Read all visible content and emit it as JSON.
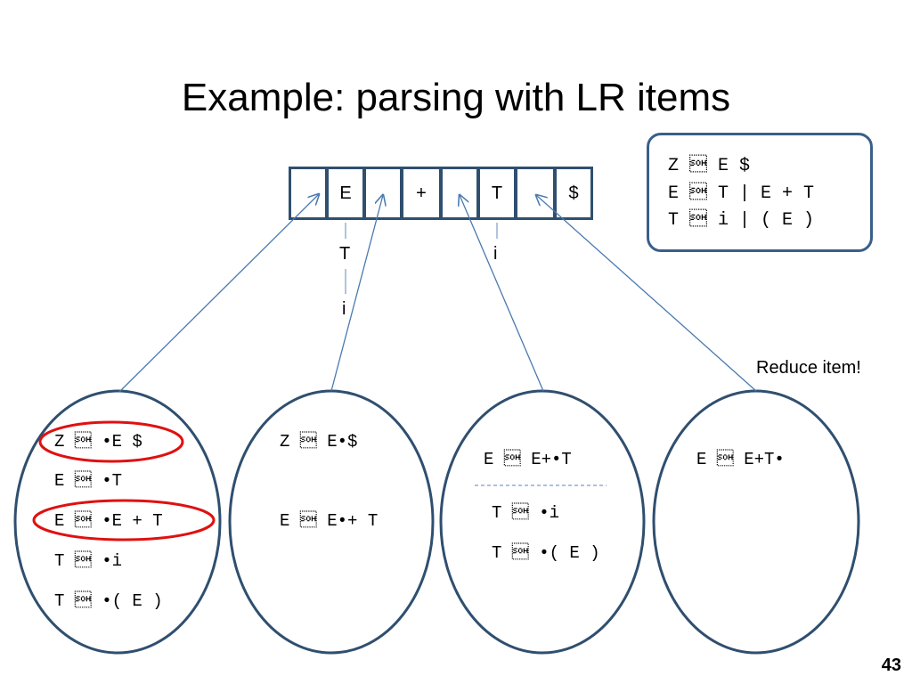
{
  "slide": {
    "title": "Example: parsing with LR items",
    "page_number": "43",
    "note": "Reduce item!"
  },
  "grammar": {
    "lines": [
      "Z \u0001 E $",
      "E \u0001 T | E + T",
      "T \u0001 i | ( E )"
    ]
  },
  "input_cells": [
    "",
    "E",
    "",
    "+",
    "",
    "T",
    "",
    "$"
  ],
  "tree_labels": {
    "under_E": [
      "T",
      "i"
    ],
    "under_T": [
      "i"
    ]
  },
  "states": [
    {
      "items": [
        "Z \u0001 •E $",
        "E \u0001 •T",
        "E \u0001 •E + T",
        "T \u0001 •i",
        "T \u0001 •( E )"
      ],
      "highlighted": [
        0,
        2
      ]
    },
    {
      "items": [
        "Z \u0001 E•$",
        "E \u0001 E•+ T"
      ],
      "highlighted": []
    },
    {
      "items": [
        "E \u0001 E+•T",
        "T \u0001 •i",
        "T \u0001 •( E )"
      ],
      "highlighted": []
    },
    {
      "items": [
        "E \u0001 E+T•"
      ],
      "highlighted": []
    }
  ],
  "colors": {
    "ellipse_stroke": "#2f4f6f",
    "arrow": "#4a7ab0",
    "highlight": "#e01010",
    "divider": "#7a9cc8"
  }
}
